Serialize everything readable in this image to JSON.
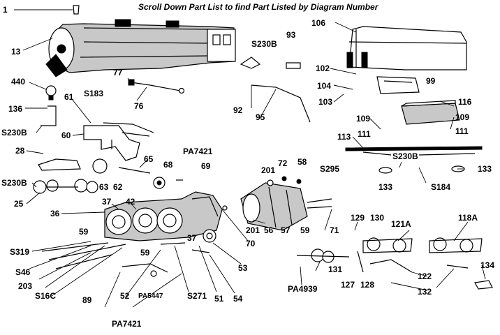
{
  "header": {
    "title": "Scroll Down Part List to find Part Listed by Diagram Number"
  },
  "part_labels": [
    "1",
    "13",
    "77",
    "76",
    "440",
    "61",
    "S183",
    "136",
    "S230B",
    "60",
    "28",
    "65",
    "68",
    "PA7421",
    "69",
    "62",
    "63",
    "S230B",
    "25",
    "36",
    "37",
    "42",
    "59",
    "59",
    "37",
    "S319",
    "S46",
    "203",
    "S16C",
    "89",
    "52",
    "PA5447",
    "S271",
    "51",
    "54",
    "53",
    "70",
    "201",
    "PA7421",
    "S230B",
    "93",
    "92",
    "95",
    "106",
    "102",
    "99",
    "104",
    "103",
    "116",
    "109",
    "109",
    "111",
    "111",
    "113",
    "S230B",
    "133",
    "S184",
    "133",
    "201",
    "72",
    "58",
    "S295",
    "56",
    "57",
    "59",
    "71",
    "129",
    "130",
    "121A",
    "118A",
    "131",
    "127",
    "128",
    "122",
    "132",
    "134",
    "PA4939"
  ]
}
